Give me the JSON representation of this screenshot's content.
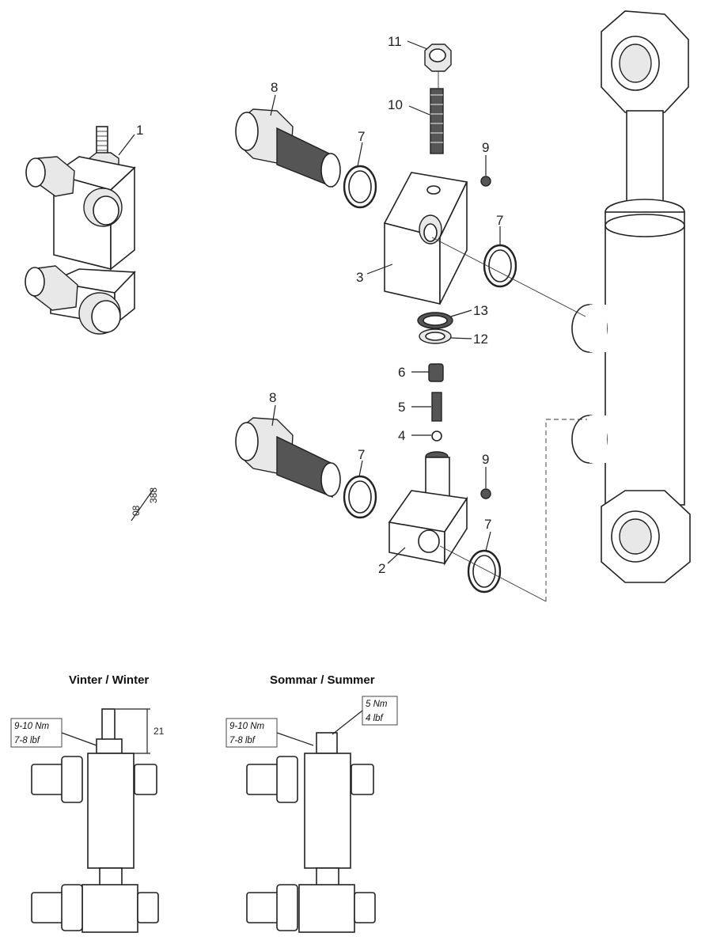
{
  "callouts": {
    "c1": "1",
    "c2": "2",
    "c3": "3",
    "c4": "4",
    "c5": "5",
    "c6": "6",
    "c7a": "7",
    "c7b": "7",
    "c7c": "7",
    "c7d": "7",
    "c8a": "8",
    "c8b": "8",
    "c9a": "9",
    "c9b": "9",
    "c10": "10",
    "c11": "11",
    "c12": "12",
    "c13": "13"
  },
  "reference": {
    "num_top": "08",
    "num_bottom": "388"
  },
  "winter": {
    "title": "Vinter / Winter",
    "torque_nm": "9-10 Nm",
    "torque_lbf": "7-8 lbf",
    "dimension": "21"
  },
  "summer": {
    "title": "Sommar / Summer",
    "torque_nm": "9-10 Nm",
    "torque_lbf": "7-8 lbf",
    "torque2_nm": "5 Nm",
    "torque2_lbf": "4 lbf"
  }
}
